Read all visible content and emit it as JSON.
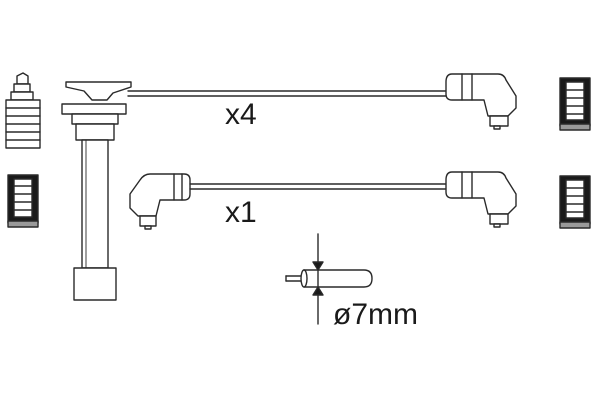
{
  "labels": {
    "quantity_long": "x4",
    "quantity_short": "x1",
    "diameter": "ø7mm"
  },
  "colors": {
    "line": "#2a2a2a",
    "fill": "#ffffff",
    "dark": "#1a1a1a",
    "hatch": "#9a9a9a"
  }
}
